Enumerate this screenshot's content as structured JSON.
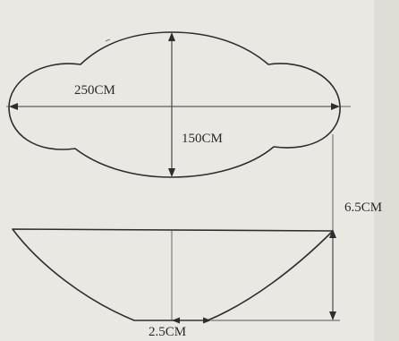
{
  "top_view": {
    "width_label": "250CM",
    "depth_label": "150CM"
  },
  "side_view": {
    "height_label": "6.5CM",
    "base_label": "2.5CM"
  },
  "colors": {
    "paper": "#e9e8e2",
    "ink": "#2e2e2e"
  }
}
